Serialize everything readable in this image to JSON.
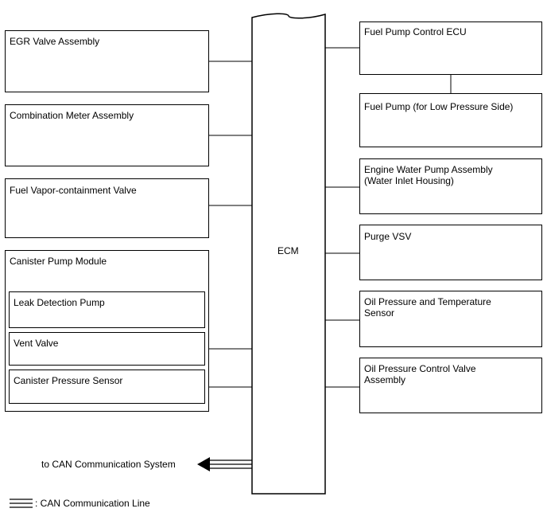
{
  "ecm": {
    "label": "ECM"
  },
  "left_components": [
    {
      "label": "EGR Valve Assembly"
    },
    {
      "label": "Combination Meter Assembly"
    },
    {
      "label": "Fuel Vapor-containment Valve"
    }
  ],
  "canister_module": {
    "label": "Canister Pump Module",
    "children": [
      {
        "label": "Leak Detection Pump"
      },
      {
        "label": "Vent Valve"
      },
      {
        "label": "Canister Pressure Sensor"
      }
    ]
  },
  "right_components": [
    {
      "label": "Fuel Pump Control ECU"
    },
    {
      "label": "Fuel Pump (for Low Pressure Side)"
    },
    {
      "label": "Engine Water Pump Assembly\n(Water Inlet Housing)"
    },
    {
      "label": "Purge VSV"
    },
    {
      "label": "Oil Pressure and Temperature\nSensor"
    },
    {
      "label": "Oil Pressure Control Valve\nAssembly"
    }
  ],
  "can": {
    "arrow_label": "to CAN Communication System",
    "legend_label": ": CAN Communication Line"
  }
}
